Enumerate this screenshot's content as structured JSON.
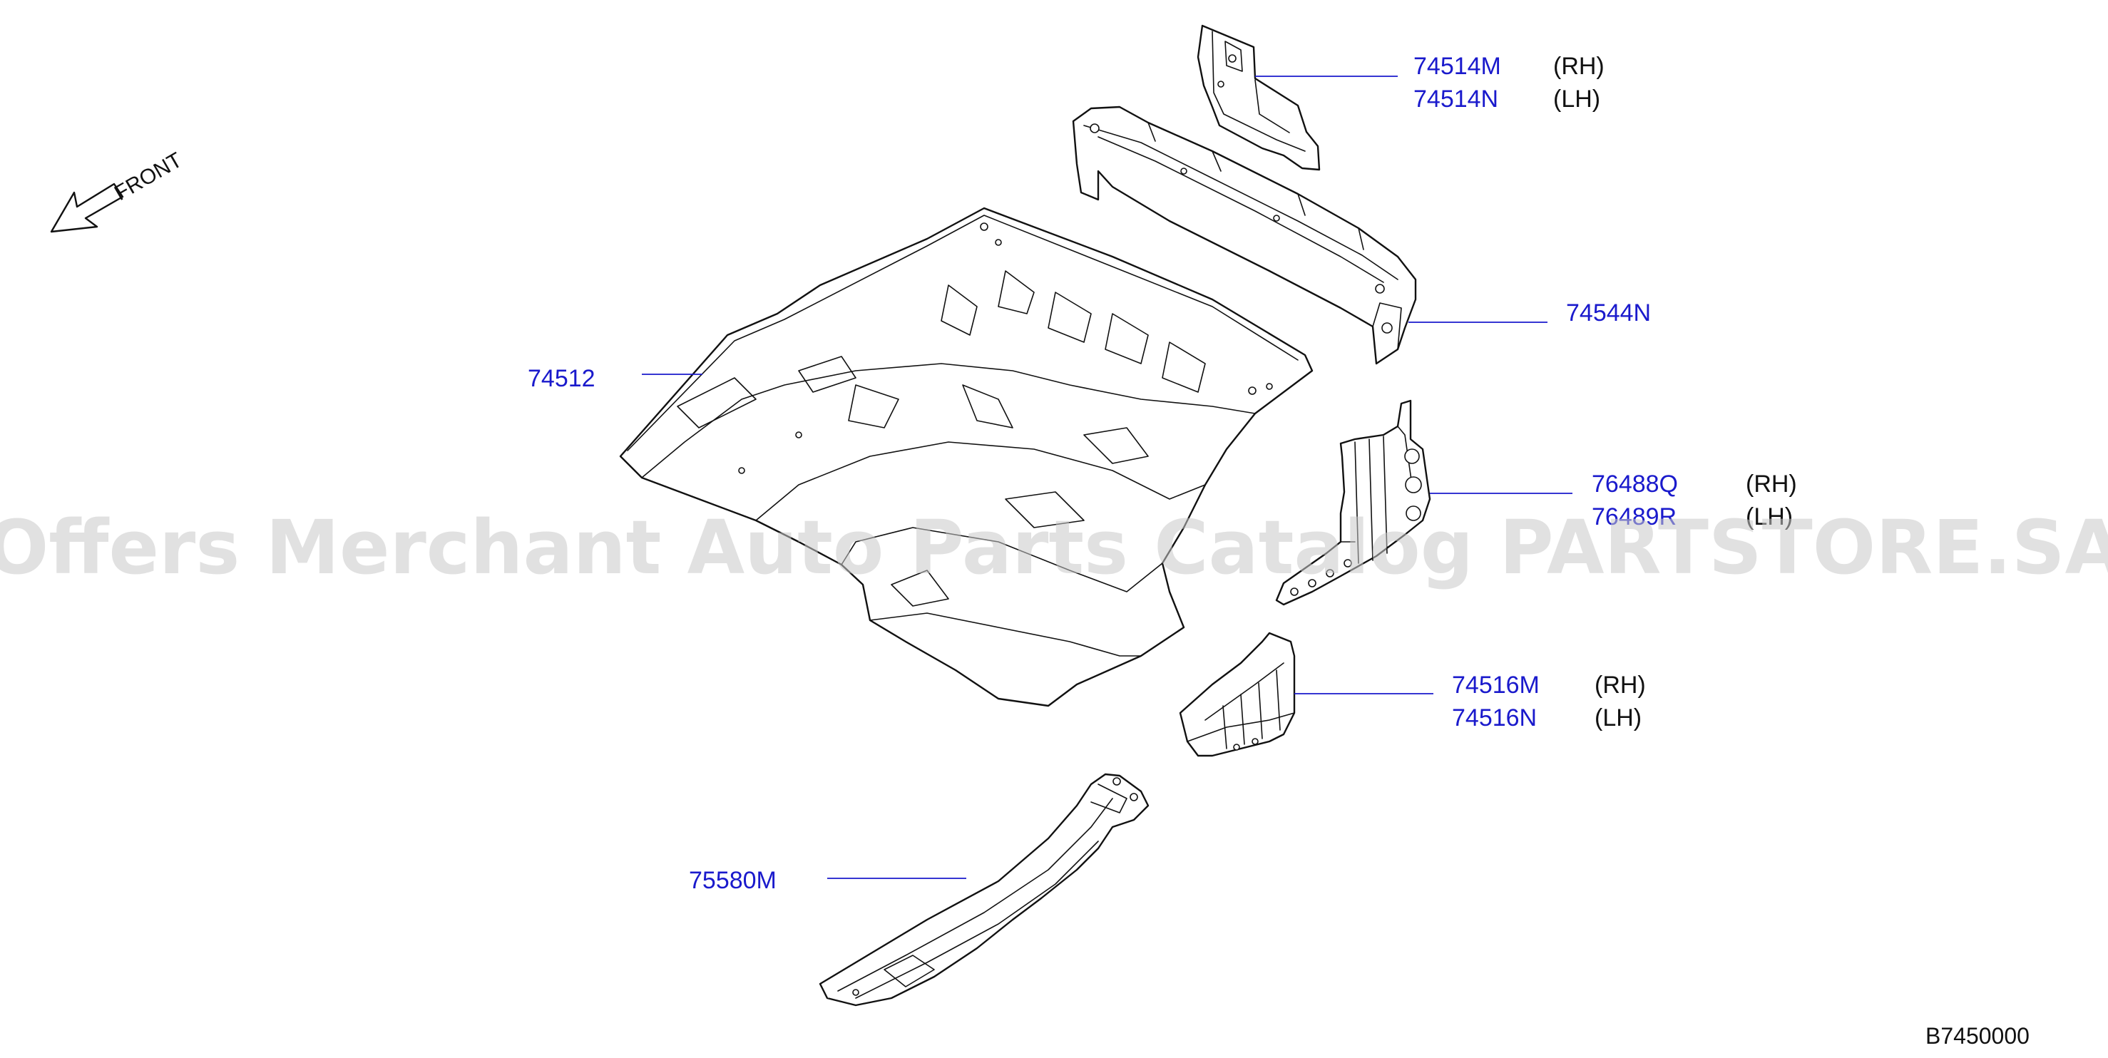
{
  "colors": {
    "part_number": "#1a1acc",
    "side_label": "#111111",
    "line": "#111111",
    "watermark": "#c8c8c8"
  },
  "front_label": "FRONT",
  "diagram_code": "B7450000",
  "watermark": "Offers Merchant Auto Parts Catalog PARTSTORE.SA",
  "parts": [
    {
      "id": "74514M",
      "side": "(RH)"
    },
    {
      "id": "74514N",
      "side": "(LH)"
    },
    {
      "id": "74544N",
      "side": ""
    },
    {
      "id": "74512",
      "side": ""
    },
    {
      "id": "76488Q",
      "side": "(RH)"
    },
    {
      "id": "76489R",
      "side": "(LH)"
    },
    {
      "id": "74516M",
      "side": "(RH)"
    },
    {
      "id": "74516N",
      "side": "(LH)"
    },
    {
      "id": "75580M",
      "side": ""
    }
  ]
}
